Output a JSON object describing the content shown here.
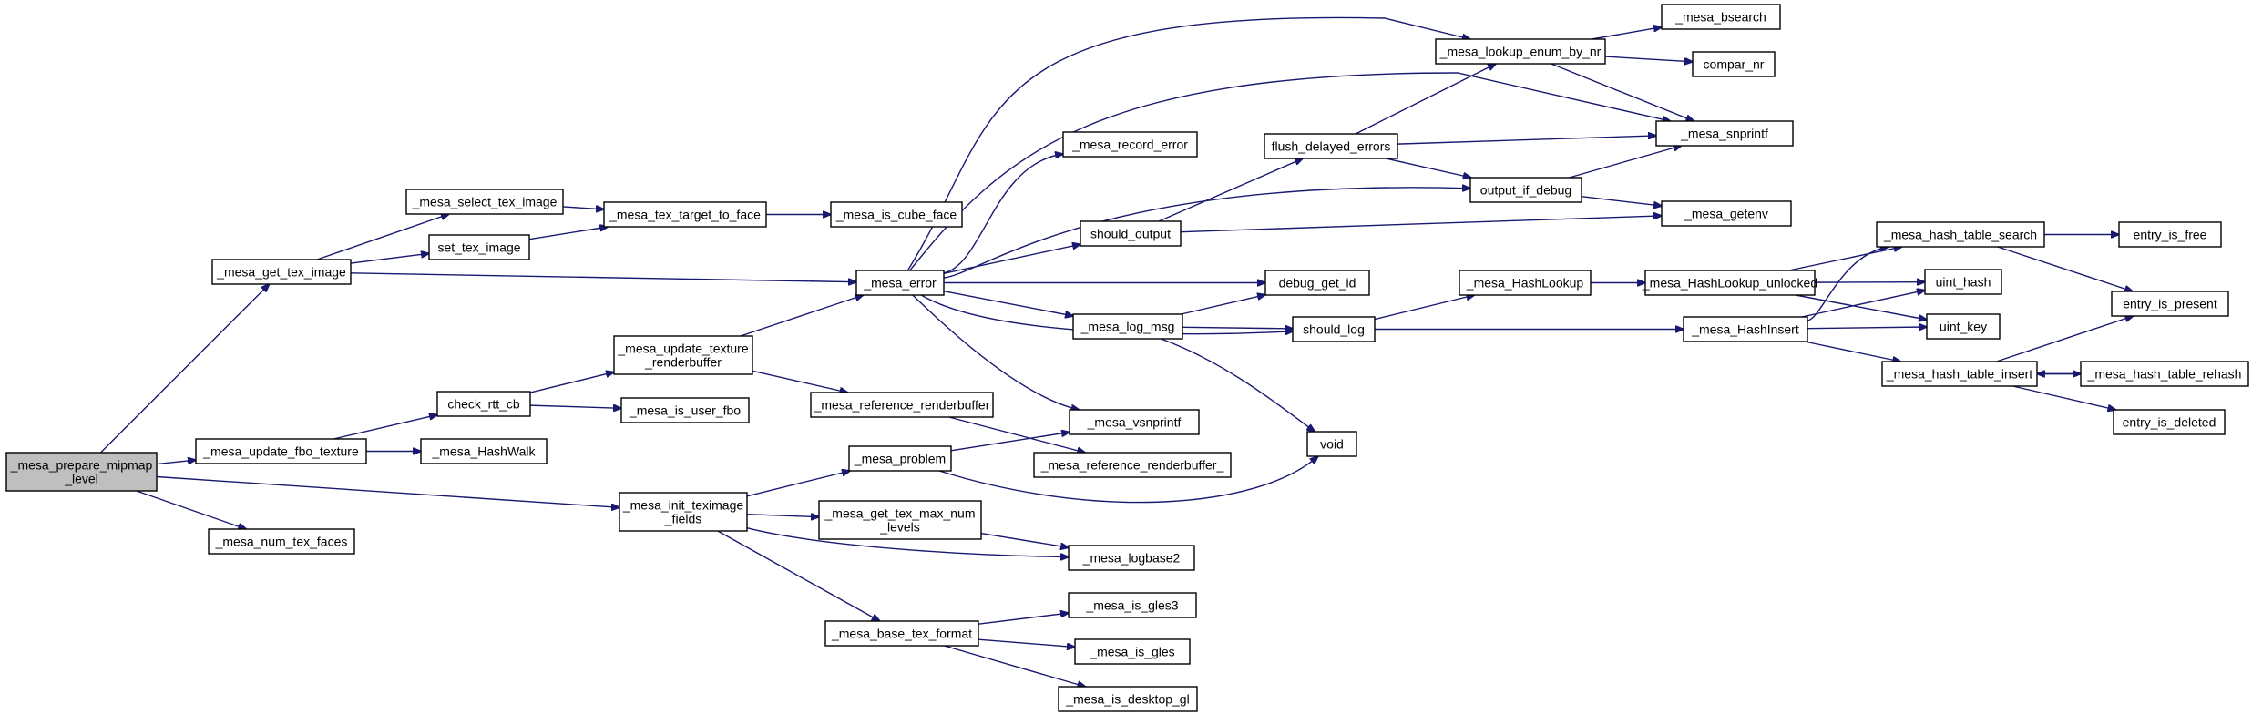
{
  "graph": {
    "title": "",
    "edge_color": "#191970",
    "root_fill": "#bfbfbf",
    "nodes": [
      {
        "id": "root",
        "lines": [
          "_mesa_prepare_mipmap",
          "_level"
        ],
        "root": true
      },
      {
        "id": "get_tex_image",
        "lines": [
          "_mesa_get_tex_image"
        ]
      },
      {
        "id": "update_fbo_texture",
        "lines": [
          "_mesa_update_fbo_texture"
        ]
      },
      {
        "id": "num_tex_faces",
        "lines": [
          "_mesa_num_tex_faces"
        ]
      },
      {
        "id": "select_tex_image",
        "lines": [
          "_mesa_select_tex_image"
        ]
      },
      {
        "id": "set_tex_image",
        "lines": [
          "set_tex_image"
        ]
      },
      {
        "id": "check_rtt_cb",
        "lines": [
          "check_rtt_cb"
        ]
      },
      {
        "id": "hashwalk",
        "lines": [
          "_mesa_HashWalk"
        ]
      },
      {
        "id": "tex_target_to_face",
        "lines": [
          "_mesa_tex_target_to_face"
        ]
      },
      {
        "id": "update_texture_rb",
        "lines": [
          "_mesa_update_texture",
          "_renderbuffer"
        ]
      },
      {
        "id": "init_teximage_fields",
        "lines": [
          "_mesa_init_teximage",
          "_fields"
        ]
      },
      {
        "id": "is_user_fbo",
        "lines": [
          "_mesa_is_user_fbo"
        ]
      },
      {
        "id": "is_cube_face",
        "lines": [
          "_mesa_is_cube_face"
        ]
      },
      {
        "id": "mesa_error",
        "lines": [
          "_mesa_error"
        ]
      },
      {
        "id": "ref_rb",
        "lines": [
          "_mesa_reference_renderbuffer"
        ]
      },
      {
        "id": "mesa_problem",
        "lines": [
          "_mesa_problem"
        ]
      },
      {
        "id": "get_tex_max_num_levels",
        "lines": [
          "_mesa_get_tex_max_num",
          "_levels"
        ]
      },
      {
        "id": "base_tex_format",
        "lines": [
          "_mesa_base_tex_format"
        ]
      },
      {
        "id": "record_error",
        "lines": [
          "_mesa_record_error"
        ]
      },
      {
        "id": "should_output",
        "lines": [
          "should_output"
        ]
      },
      {
        "id": "log_msg",
        "lines": [
          "_mesa_log_msg"
        ]
      },
      {
        "id": "vsnprintf",
        "lines": [
          "_mesa_vsnprintf"
        ]
      },
      {
        "id": "ref_rb_",
        "lines": [
          "_mesa_reference_renderbuffer_"
        ]
      },
      {
        "id": "logbase2",
        "lines": [
          "_mesa_logbase2"
        ]
      },
      {
        "id": "is_gles3",
        "lines": [
          "_mesa_is_gles3"
        ]
      },
      {
        "id": "is_gles",
        "lines": [
          "_mesa_is_gles"
        ]
      },
      {
        "id": "is_desktop_gl",
        "lines": [
          "_mesa_is_desktop_gl"
        ]
      },
      {
        "id": "flush_delayed_errors",
        "lines": [
          "flush_delayed_errors"
        ]
      },
      {
        "id": "debug_get_id",
        "lines": [
          "debug_get_id"
        ]
      },
      {
        "id": "should_log",
        "lines": [
          "should_log"
        ]
      },
      {
        "id": "void",
        "lines": [
          "void"
        ]
      },
      {
        "id": "lookup_enum_by_nr",
        "lines": [
          "_mesa_lookup_enum_by_nr"
        ]
      },
      {
        "id": "output_if_debug",
        "lines": [
          "output_if_debug"
        ]
      },
      {
        "id": "hashlookup",
        "lines": [
          "_mesa_HashLookup"
        ]
      },
      {
        "id": "hashinsert",
        "lines": [
          "_mesa_HashInsert"
        ]
      },
      {
        "id": "bsearch",
        "lines": [
          "_mesa_bsearch"
        ]
      },
      {
        "id": "compar_nr",
        "lines": [
          "compar_nr"
        ]
      },
      {
        "id": "snprintf",
        "lines": [
          "_mesa_snprintf"
        ]
      },
      {
        "id": "getenv",
        "lines": [
          "_mesa_getenv"
        ]
      },
      {
        "id": "hashlookup_unlocked",
        "lines": [
          "_mesa_HashLookup_unlocked"
        ]
      },
      {
        "id": "hash_table_search",
        "lines": [
          "_mesa_hash_table_search"
        ]
      },
      {
        "id": "hash_table_insert",
        "lines": [
          "_mesa_hash_table_insert"
        ]
      },
      {
        "id": "uint_hash",
        "lines": [
          "uint_hash"
        ]
      },
      {
        "id": "uint_key",
        "lines": [
          "uint_key"
        ]
      },
      {
        "id": "entry_is_free",
        "lines": [
          "entry_is_free"
        ]
      },
      {
        "id": "entry_is_present",
        "lines": [
          "entry_is_present"
        ]
      },
      {
        "id": "hash_table_rehash",
        "lines": [
          "_mesa_hash_table_rehash"
        ]
      },
      {
        "id": "entry_is_deleted",
        "lines": [
          "entry_is_deleted"
        ]
      }
    ],
    "edges": [
      [
        "root",
        "get_tex_image"
      ],
      [
        "root",
        "update_fbo_texture"
      ],
      [
        "root",
        "num_tex_faces"
      ],
      [
        "root",
        "init_teximage_fields"
      ],
      [
        "get_tex_image",
        "select_tex_image"
      ],
      [
        "get_tex_image",
        "set_tex_image"
      ],
      [
        "get_tex_image",
        "mesa_error"
      ],
      [
        "select_tex_image",
        "tex_target_to_face"
      ],
      [
        "set_tex_image",
        "tex_target_to_face"
      ],
      [
        "tex_target_to_face",
        "is_cube_face"
      ],
      [
        "update_fbo_texture",
        "check_rtt_cb"
      ],
      [
        "update_fbo_texture",
        "hashwalk"
      ],
      [
        "check_rtt_cb",
        "update_texture_rb"
      ],
      [
        "check_rtt_cb",
        "is_user_fbo"
      ],
      [
        "update_texture_rb",
        "mesa_error"
      ],
      [
        "update_texture_rb",
        "ref_rb"
      ],
      [
        "ref_rb",
        "ref_rb_"
      ],
      [
        "init_teximage_fields",
        "mesa_problem"
      ],
      [
        "init_teximage_fields",
        "get_tex_max_num_levels"
      ],
      [
        "init_teximage_fields",
        "logbase2"
      ],
      [
        "init_teximage_fields",
        "base_tex_format"
      ],
      [
        "mesa_problem",
        "vsnprintf"
      ],
      [
        "mesa_problem",
        "void"
      ],
      [
        "get_tex_max_num_levels",
        "logbase2"
      ],
      [
        "base_tex_format",
        "is_gles3"
      ],
      [
        "base_tex_format",
        "is_gles"
      ],
      [
        "base_tex_format",
        "is_desktop_gl"
      ],
      [
        "mesa_error",
        "lookup_enum_by_nr"
      ],
      [
        "mesa_error",
        "snprintf"
      ],
      [
        "mesa_error",
        "record_error"
      ],
      [
        "mesa_error",
        "output_if_debug"
      ],
      [
        "mesa_error",
        "should_output"
      ],
      [
        "mesa_error",
        "debug_get_id"
      ],
      [
        "mesa_error",
        "log_msg"
      ],
      [
        "mesa_error",
        "should_log"
      ],
      [
        "mesa_error",
        "vsnprintf"
      ],
      [
        "should_output",
        "flush_delayed_errors"
      ],
      [
        "should_output",
        "getenv"
      ],
      [
        "flush_delayed_errors",
        "lookup_enum_by_nr"
      ],
      [
        "flush_delayed_errors",
        "snprintf"
      ],
      [
        "flush_delayed_errors",
        "output_if_debug"
      ],
      [
        "output_if_debug",
        "snprintf"
      ],
      [
        "output_if_debug",
        "getenv"
      ],
      [
        "lookup_enum_by_nr",
        "bsearch"
      ],
      [
        "lookup_enum_by_nr",
        "compar_nr"
      ],
      [
        "lookup_enum_by_nr",
        "snprintf"
      ],
      [
        "log_msg",
        "debug_get_id"
      ],
      [
        "log_msg",
        "should_log"
      ],
      [
        "log_msg",
        "void"
      ],
      [
        "should_log",
        "hashlookup"
      ],
      [
        "should_log",
        "hashinsert"
      ],
      [
        "hashlookup",
        "hashlookup_unlocked"
      ],
      [
        "hashlookup_unlocked",
        "hash_table_search"
      ],
      [
        "hashlookup_unlocked",
        "uint_hash"
      ],
      [
        "hashlookup_unlocked",
        "uint_key"
      ],
      [
        "hashinsert",
        "hash_table_search"
      ],
      [
        "hashinsert",
        "uint_hash"
      ],
      [
        "hashinsert",
        "uint_key"
      ],
      [
        "hashinsert",
        "hash_table_insert"
      ],
      [
        "hash_table_search",
        "entry_is_free"
      ],
      [
        "hash_table_search",
        "entry_is_present"
      ],
      [
        "hash_table_insert",
        "entry_is_present"
      ],
      [
        "hash_table_insert",
        "hash_table_rehash"
      ],
      [
        "hash_table_insert",
        "entry_is_deleted"
      ],
      [
        "hash_table_rehash",
        "hash_table_insert"
      ]
    ]
  }
}
